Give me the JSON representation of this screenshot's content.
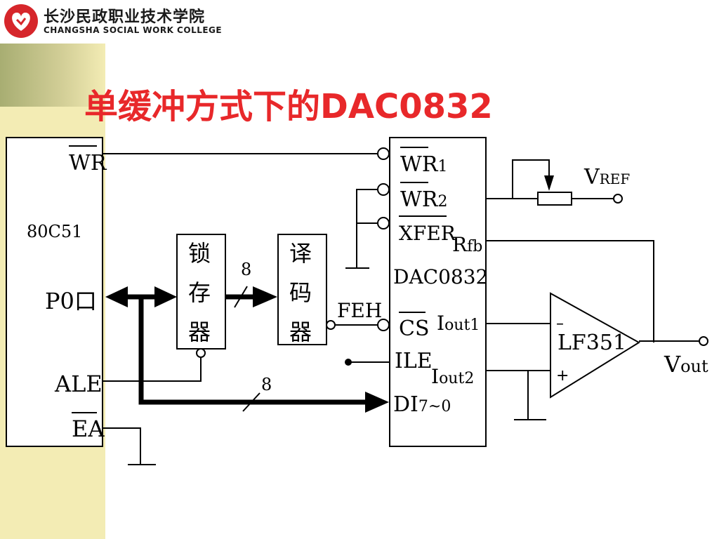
{
  "header": {
    "school_name_cn": "长沙民政职业技术学院",
    "school_name_en": "CHANGSHA SOCIAL WORK COLLEGE"
  },
  "title": "单缓冲方式下的DAC0832",
  "mcu": {
    "name": "80C51",
    "pin_wr": "WR",
    "pin_p0": "P0口",
    "pin_ale": "ALE",
    "pin_ea": "EA"
  },
  "latch": {
    "label": [
      "锁",
      "存",
      "器"
    ]
  },
  "decoder": {
    "label": [
      "译",
      "码",
      "器"
    ],
    "output_label": "FEH"
  },
  "bus_width_1": "8",
  "bus_width_2": "8",
  "dac": {
    "name": "DAC0832",
    "wr1": "WR",
    "wr1_sub": "1",
    "wr2": "WR",
    "wr2_sub": "2",
    "xfer": "XFER",
    "rfb": "R",
    "rfb_sub": "fb",
    "cs": "CS",
    "ile": "ILE",
    "iout1": "I",
    "iout1_sub": "out1",
    "iout2": "I",
    "iout2_sub": "out2",
    "di": "DI",
    "di_sub": "7~0"
  },
  "opamp": {
    "name": "LF351",
    "minus": "–",
    "plus": "+"
  },
  "vref": {
    "main": "V",
    "sub": "REF"
  },
  "vout": {
    "main": "V",
    "sub": "out"
  },
  "colors": {
    "title": "#e8282a",
    "sidebar": "#f3ecb4",
    "line": "#000000"
  }
}
